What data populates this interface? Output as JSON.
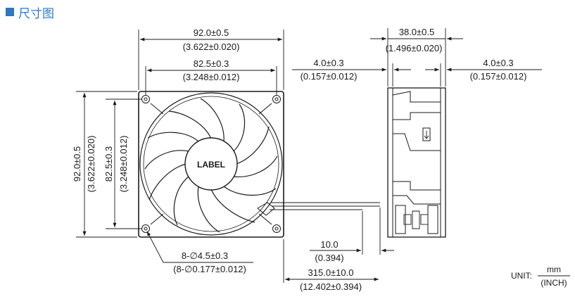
{
  "header": {
    "title": "尺寸图",
    "accent": "#2f78c4"
  },
  "front_view": {
    "label": "LABEL",
    "overall_width": {
      "mm": "92.0±0.5",
      "inch": "(3.622±0.020)"
    },
    "hole_spacing_width": {
      "mm": "82.5±0.3",
      "inch": "(3.248±0.012)"
    },
    "overall_height": {
      "mm": "92.0±0.5",
      "inch": "(3.622±0.020)"
    },
    "hole_spacing_height": {
      "mm": "82.5±0.3",
      "inch": "(3.248±0.012)"
    },
    "mounting_holes": {
      "mm": "8-∅4.5±0.3",
      "inch": "(8-∅0.177±0.012)"
    }
  },
  "side_view": {
    "depth": {
      "mm": "38.0±0.5",
      "inch": "(1.496±0.020)"
    },
    "left_flange": {
      "mm": "4.0±0.3",
      "inch": "(0.157±0.012)"
    },
    "right_flange": {
      "mm": "4.0±0.3",
      "inch": "(0.157±0.012)"
    }
  },
  "wire": {
    "strip_length": {
      "mm": "10.0",
      "inch": "(0.394)"
    },
    "lead_length": {
      "mm": "315.0±10.0",
      "inch": "(12.402±0.394)"
    }
  },
  "unit": {
    "label": "UNIT:",
    "numerator": "mm",
    "denominator": "(INCH)"
  }
}
